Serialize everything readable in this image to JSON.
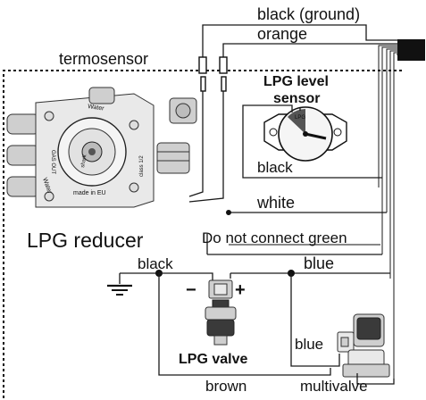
{
  "labels": {
    "black_ground": "black (ground)",
    "orange": "orange",
    "termosensor": "termosensor",
    "lpg_level_sensor_line1": "LPG level",
    "lpg_level_sensor_line2": "sensor",
    "black_sensor": "black",
    "white": "white",
    "lpg_reducer": "LPG reducer",
    "do_not_connect_green": "Do not connect green",
    "black_valve": "black",
    "blue_top": "blue",
    "minus": "−",
    "plus": "+",
    "blue_lower": "blue",
    "lpg_valve": "LPG valve",
    "brown": "brown",
    "multivalve": "multivalve"
  },
  "reducer_text": {
    "brand_top": "Water",
    "gas_out": "GAS OUT",
    "brand_bottom": "Water",
    "made_in": "made in EU",
    "class": "class 1/2",
    "model": "shark"
  },
  "gauge_text": {
    "face": "LPG"
  }
}
